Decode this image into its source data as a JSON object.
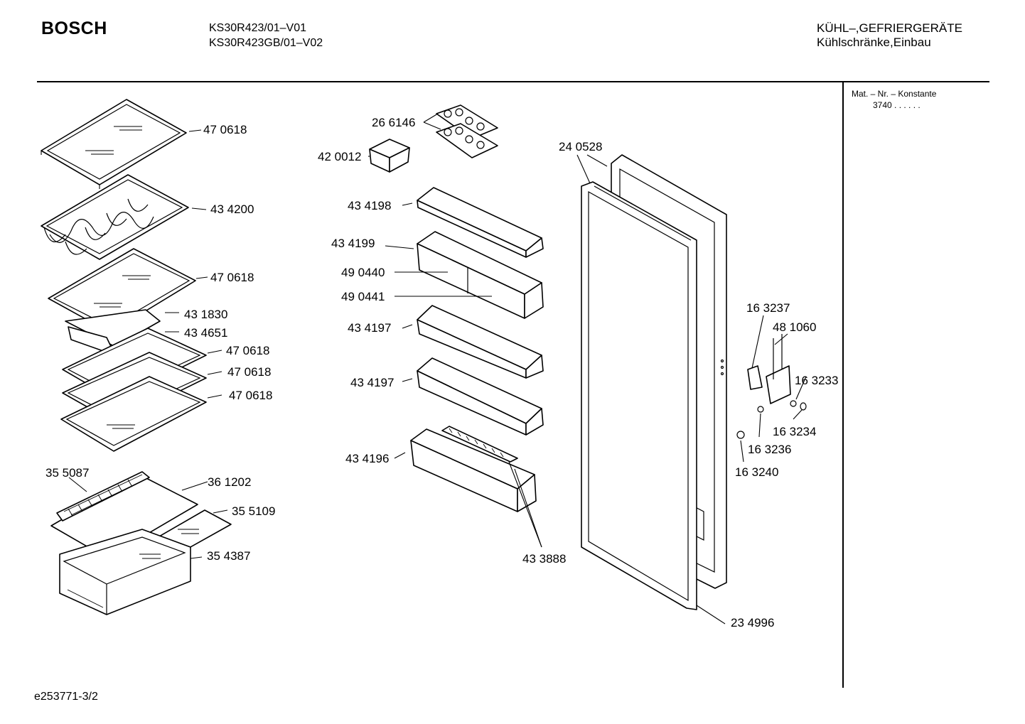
{
  "header": {
    "brand": "BOSCH",
    "model_1": "KS30R423/01–V01",
    "model_2": "KS30R423GB/01–V02",
    "category": "KÜHL–,GEFRIERGERÄTE",
    "subcategory": "Kühlschränke,Einbau"
  },
  "side_panel": {
    "title": "Mat. – Nr. – Konstante",
    "value": "3740  .  .  .  .  .  ."
  },
  "footer": {
    "drawing_id": "e253771-3/2"
  },
  "part_labels": {
    "shelf_top": "47 0618",
    "bottle_rack": "43 4200",
    "shelf_2": "47 0618",
    "tray_frame": "43 1830",
    "tray": "43 4651",
    "shelf_3": "47 0618",
    "shelf_4": "47 0618",
    "shelf_5": "47 0618",
    "crisper_slider": "35 5087",
    "crisper_cover": "36 1202",
    "crisper_glass": "35 5109",
    "crisper_drawer": "35 4387",
    "egg_tray": "26 6146",
    "butter_box": "42 0012",
    "door_bin_1": "43 4198",
    "door_bin_2": "43 4199",
    "lid_left": "49 0440",
    "lid_right": "49 0441",
    "door_bin_3": "43 4197",
    "door_bin_4": "43 4197",
    "bottle_bin": "43 4196",
    "bottle_divider": "43 3888",
    "door_inner": "24 0528",
    "door_gasket": "23 4996",
    "hinge_a": "16 3237",
    "hinge_bracket": "48 1060",
    "screw_a": "16 3233",
    "washer": "16 3234",
    "screw_b": "16 3236",
    "cap": "16 3240"
  }
}
